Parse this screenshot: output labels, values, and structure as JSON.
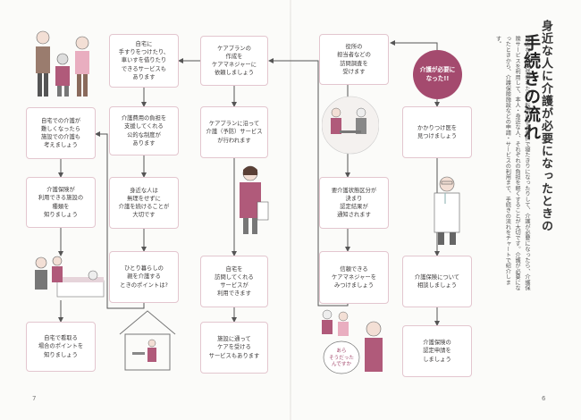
{
  "title": {
    "line1": "身近な人に介護が必要になったときの",
    "line2": "手続きの流れ"
  },
  "intro": "身近な人が突然倒れたり、転倒による骨折で寝たきりになったりして、介護が必要になったら、介護保険サービスを利用して、本人・身近な人、それぞれの負担を軽くすることが大切です。介護が必要になったときから、介護保険施設などの申請・サービスの利用まで、手続きの流れをチャートで紹介します。",
  "start": "介護が必要に\nなった!!",
  "steps": {
    "b1": "かかりつけ医を\n見つけましょう",
    "b2": "介護保険について\n相談しましょう",
    "b3": "介護保険の\n認定申請を\nしましょう",
    "c1": "役所の\n担当者などの\n訪問調査を\n受けます",
    "c2": "要介護状態区分が\n決まり\n認定結果が\n通知されます",
    "c3": "信頼できる\nケアマネジャーを\nみつけましょう",
    "d1": "ケアプランの\n作成を\nケアマネジャーに\n依頼しましょう",
    "d2": "ケアプランに沿って\n介護（予防）サービス\nが行われます",
    "d3": "自宅を\n訪問してくれる\nサービスが\n利用できます",
    "d4": "施設に通って\nケアを受ける\nサービスもあります",
    "e1": "自宅に\n手すりをつけたり、\n車いすを借りたり\nできるサービスも\nあります",
    "e2": "介護費用の負担を\n支援してくれる\n公的な制度が\nあります",
    "e3": "身近な人は\n無理をせずに\n介護を続けることが\n大切です",
    "e4": "ひとり暮らしの\n親を介護する\nときのポイントは?",
    "f1": "自宅での介護が\n難しくなったら\n施設での介護も\n考えましょう",
    "f2": "介護保険が\n利用できる施設の\n種類を\n知りましょう",
    "f3": "自宅で看取る\n場合のポイントを\n知りましょう"
  },
  "speech": "あら\nそうだった\nんですか",
  "page_left": "7",
  "page_right": "6",
  "colors": {
    "accent": "#a44a6e",
    "border": "#e3c6cf",
    "arrow": "#555555"
  }
}
